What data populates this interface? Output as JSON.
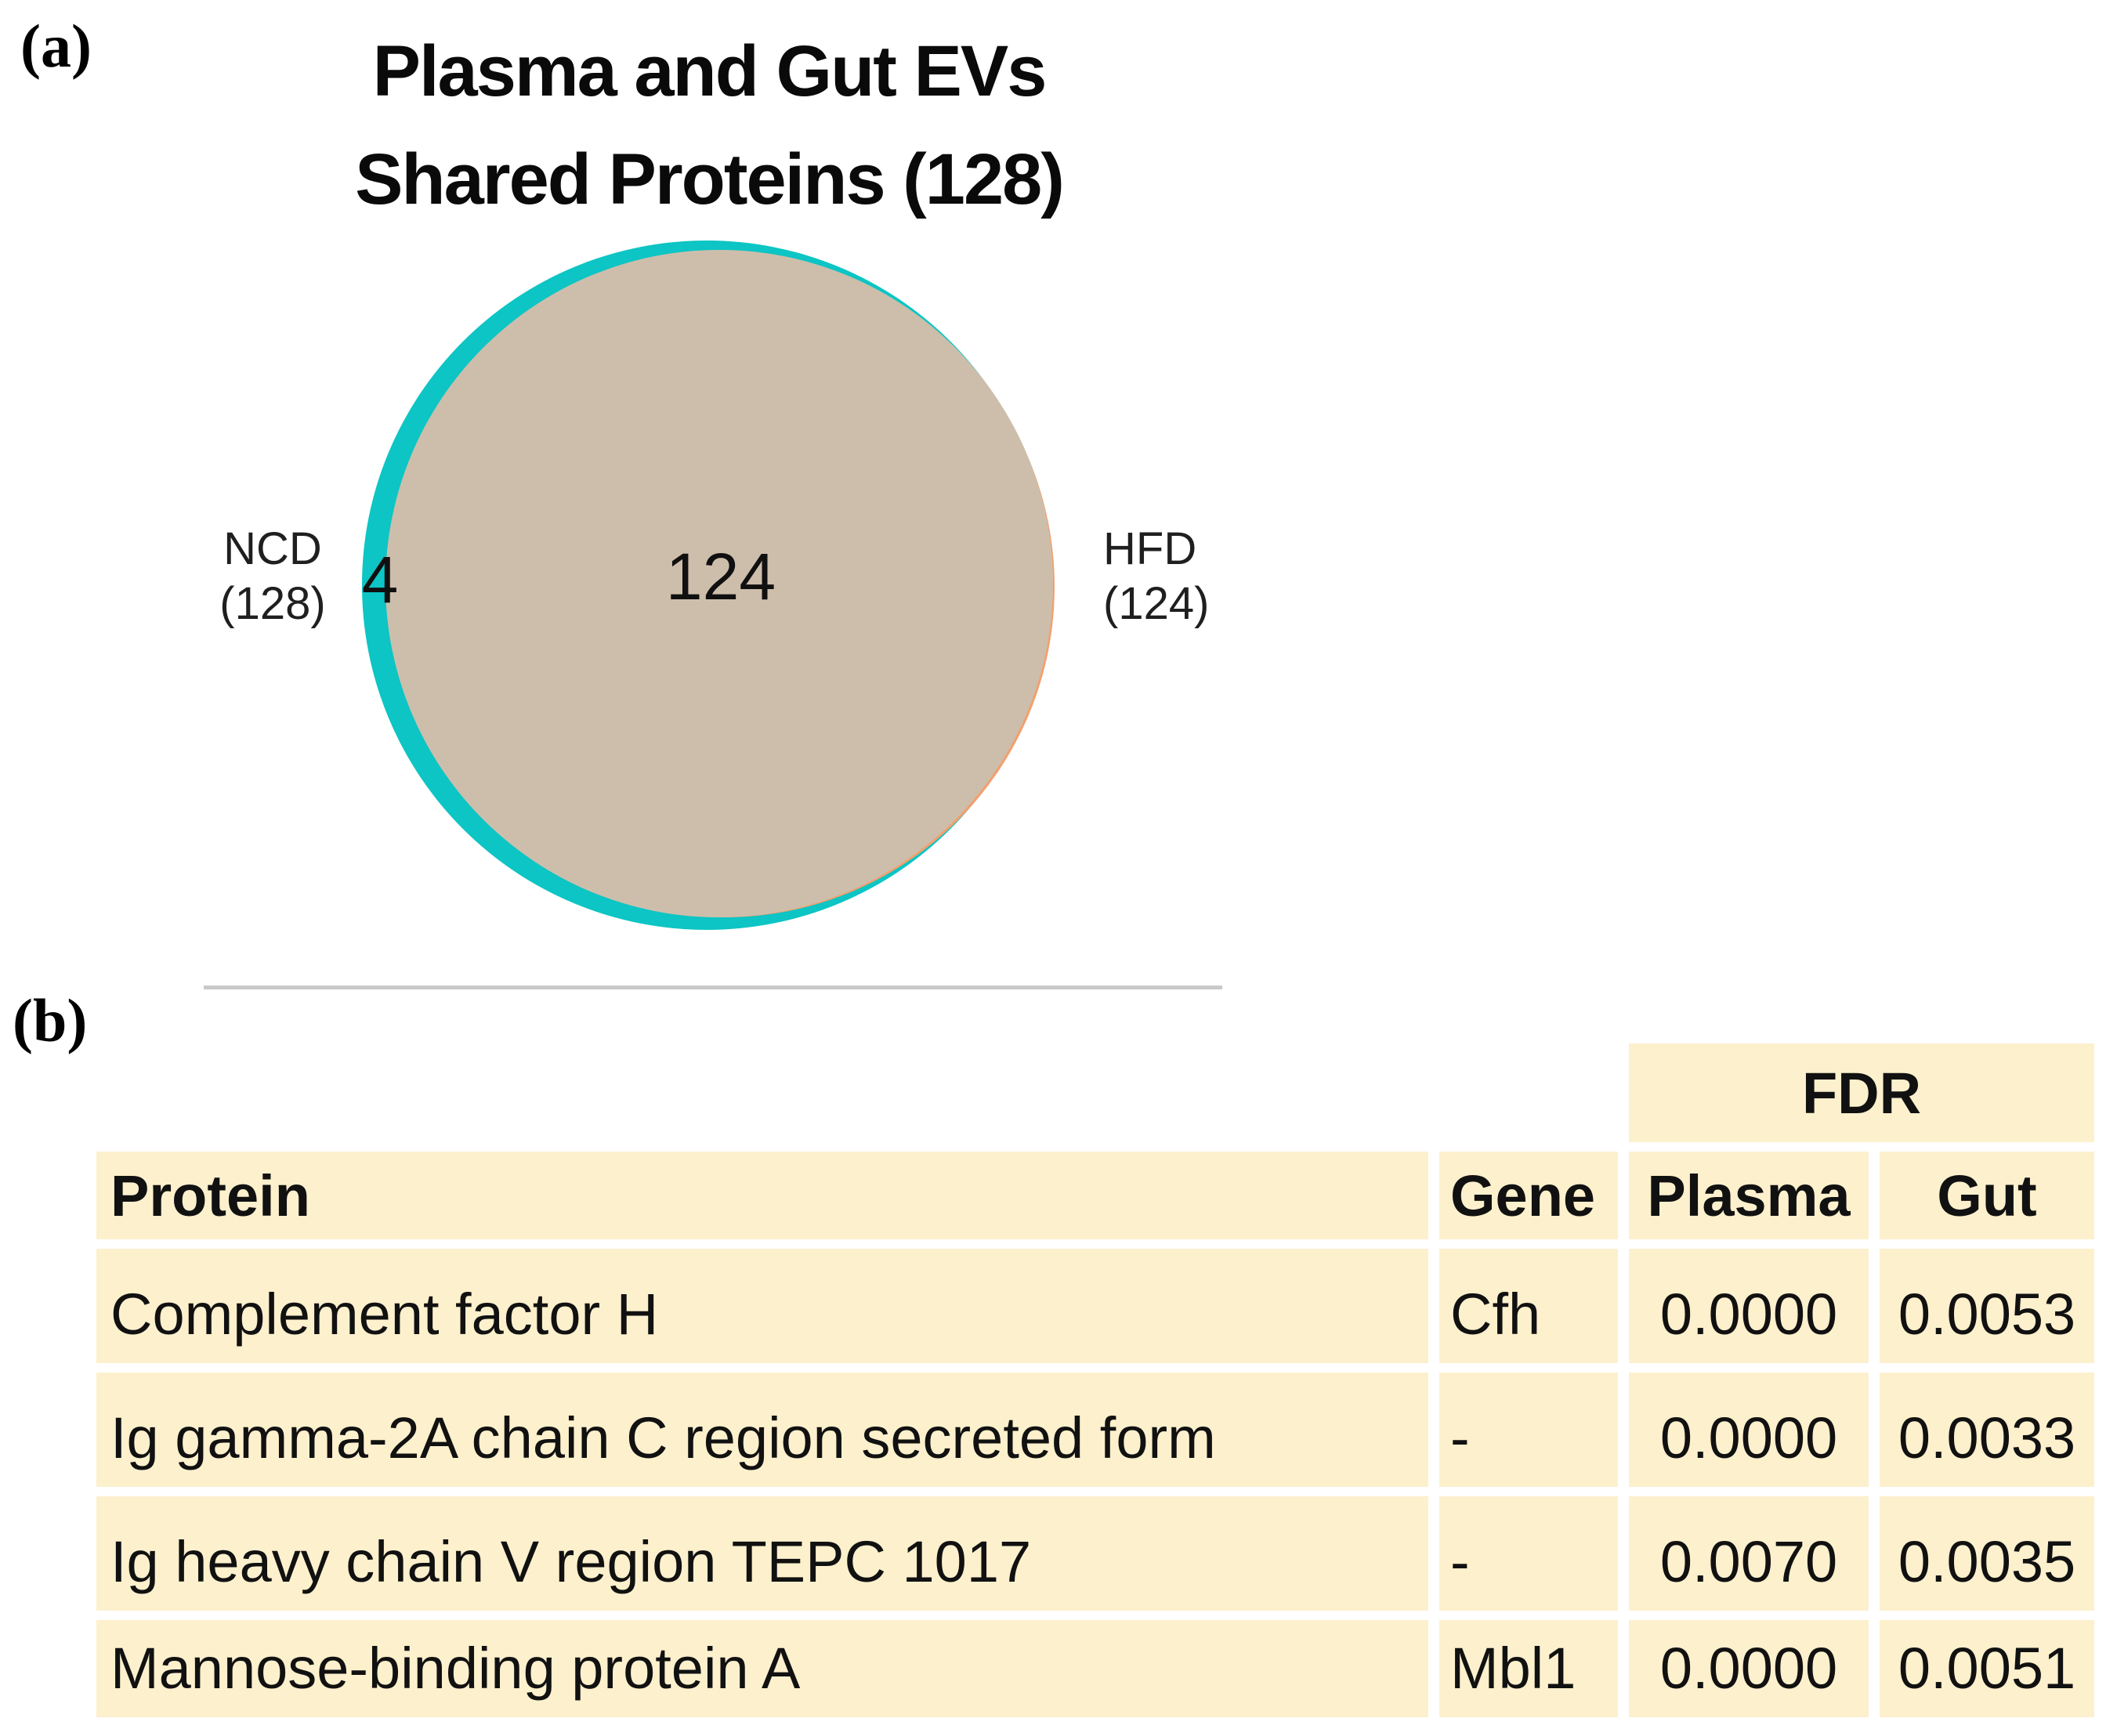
{
  "panel_a": {
    "label": "(a)",
    "title_line1": "Plasma and Gut EVs",
    "title_line2": "Shared Proteins  (128)",
    "venn": {
      "left_set_name": "NCD",
      "left_set_count": "(128)",
      "right_set_name": "HFD",
      "right_set_count": "(124)",
      "left_only_value": "4",
      "intersection_value": "124",
      "colors": {
        "left_circle": "#0cc5c4",
        "right_circle_edge": "#f2a06f",
        "intersection_fill": "#cdbeab"
      }
    }
  },
  "panel_b": {
    "label": "(b)",
    "table": {
      "fdr_group_header": "FDR",
      "columns": [
        "Protein",
        "Gene",
        "Plasma",
        "Gut"
      ],
      "rows": [
        {
          "protein": "Complement factor H",
          "gene": "Cfh",
          "plasma": "0.0000",
          "gut": "0.0053"
        },
        {
          "protein": "Ig gamma-2A chain C region secreted form",
          "gene": "-",
          "plasma": "0.0000",
          "gut": "0.0033"
        },
        {
          "protein": "Ig heavy chain V region TEPC 1017",
          "gene": "-",
          "plasma": "0.0070",
          "gut": "0.0035"
        },
        {
          "protein": "Mannose-binding protein A",
          "gene": "Mbl1",
          "plasma": "0.0000",
          "gut": "0.0051"
        }
      ],
      "cell_background": "#fdf0cd"
    }
  },
  "chart_data": [
    {
      "type": "venn",
      "title": "Plasma and Gut EVs Shared Proteins (128)",
      "sets": [
        {
          "name": "NCD",
          "size": 128,
          "color": "#0cc5c4"
        },
        {
          "name": "HFD",
          "size": 124,
          "color": "#f2a06f"
        }
      ],
      "regions": {
        "NCD_only": 4,
        "intersection": 124,
        "HFD_only": 0
      },
      "total_shared_proteins": 128
    },
    {
      "type": "table",
      "columns": [
        "Protein",
        "Gene",
        "FDR Plasma",
        "FDR Gut"
      ],
      "rows": [
        [
          "Complement factor H",
          "Cfh",
          0.0,
          0.0053
        ],
        [
          "Ig gamma-2A chain C region secreted form",
          "-",
          0.0,
          0.0033
        ],
        [
          "Ig heavy chain V region TEPC 1017",
          "-",
          0.007,
          0.0035
        ],
        [
          "Mannose-binding protein A",
          "Mbl1",
          0.0,
          0.0051
        ]
      ]
    }
  ]
}
